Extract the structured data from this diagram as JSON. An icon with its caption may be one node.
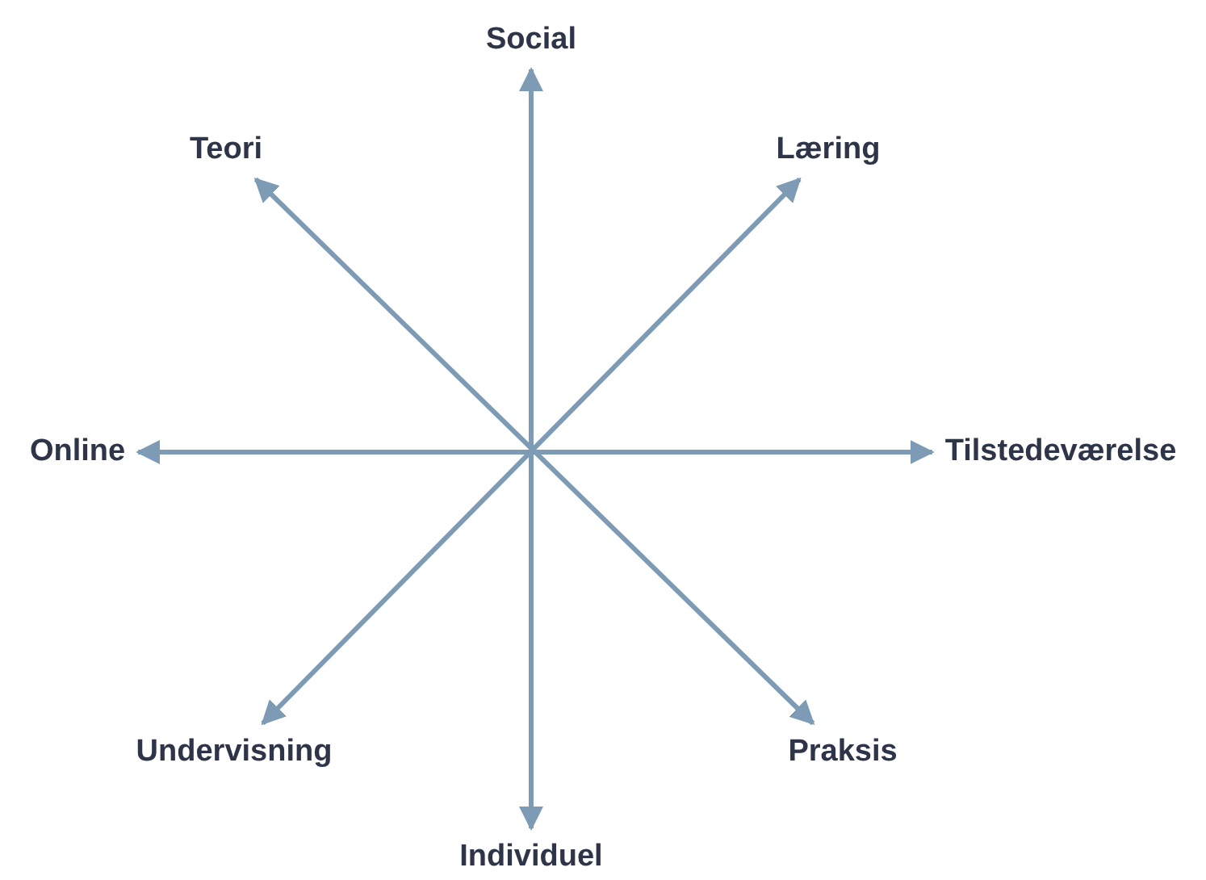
{
  "diagram": {
    "nodes": [
      {
        "text": [
          "Social"
        ]
      },
      {
        "text": [
          "Teori"
        ]
      },
      {
        "text": [
          "Læring"
        ]
      },
      {
        "text": [
          "Online"
        ]
      },
      {
        "text": [
          "Tilstedeværelse"
        ]
      },
      {
        "text": [
          "Undervisning"
        ]
      },
      {
        "text": [
          "Praksis"
        ]
      },
      {
        "text": [
          "Individuel"
        ]
      }
    ],
    "edges": [
      {
        "from": 0,
        "to": 7,
        "arrow": "both"
      },
      {
        "from": 1,
        "to": 6,
        "arrow": "both"
      },
      {
        "from": 2,
        "to": 5,
        "arrow": "both"
      },
      {
        "from": 3,
        "to": 4,
        "arrow": "both"
      }
    ]
  }
}
